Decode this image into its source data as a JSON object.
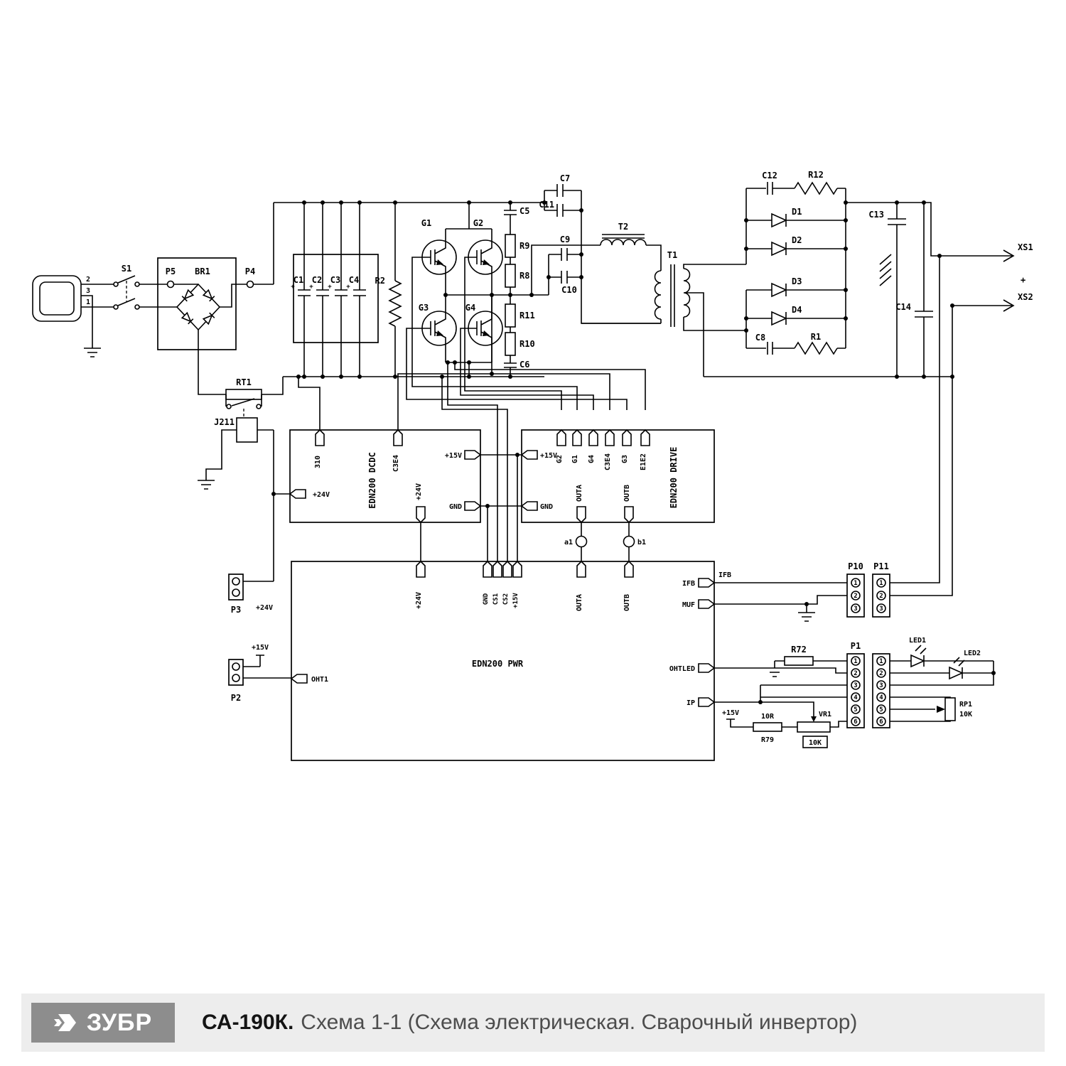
{
  "footer": {
    "logo_text": "ЗУБР",
    "model": "СА-190К.",
    "title": "Схема 1-1 (Схема электрическая. Сварочный инвертор)"
  },
  "labels": {
    "plug_pin2": "2",
    "plug_pin3": "3",
    "plug_pin1": "1",
    "s1": "S1",
    "p5": "P5",
    "br1": "BR1",
    "p4": "P4",
    "c1": "C1",
    "c2": "C2",
    "c3": "C3",
    "c4": "C4",
    "r2": "R2",
    "rt1": "RT1",
    "j211": "J211",
    "g1": "G1",
    "g2": "G2",
    "g3": "G3",
    "g4": "G4",
    "c5": "C5",
    "r9": "R9",
    "r8": "R8",
    "r11": "R11",
    "r10": "R10",
    "c6": "C6",
    "c7": "C7",
    "c11": "C11",
    "c9": "C9",
    "c10": "C10",
    "t2": "T2",
    "t1": "T1",
    "c12": "C12",
    "r12": "R12",
    "d1": "D1",
    "d2": "D2",
    "d3": "D3",
    "d4": "D4",
    "c13": "C13",
    "c14": "C14",
    "c8": "C8",
    "r1": "R1",
    "xs1": "XS1",
    "xs2": "XS2",
    "plus": "+",
    "board_dcdc": "EDN200 DCDC",
    "board_drive": "EDN200 DRIVE",
    "board_pwr": "EDN200 PWR",
    "pin_310": "310",
    "c3e4": "C3E4",
    "e1e2": "E1E2",
    "p24v": "+24V",
    "p15v": "+15V",
    "gnd": "GND",
    "cs1": "CS1",
    "cs2": "CS2",
    "outa": "OUTA",
    "outb": "OUTB",
    "a1": "a1",
    "b1": "b1",
    "ifb": "IFB",
    "muf": "MUF",
    "ohtled": "OHTLED",
    "ip": "IP",
    "oht1": "OHT1",
    "p1": "P1",
    "p2": "P2",
    "p3": "P3",
    "p10": "P10",
    "p11": "P11",
    "r72": "R72",
    "led1": "LED1",
    "led2": "LED2",
    "rp1": "RP1",
    "val_10k": "10K",
    "val_10r": "10R",
    "r79": "R79",
    "vr1": "VR1"
  },
  "connectors": {
    "p10_pins": [
      "1",
      "2",
      "3"
    ],
    "p11_pins": [
      "1",
      "2",
      "3"
    ],
    "p1_pins": [
      "1",
      "2",
      "3",
      "4",
      "5",
      "6"
    ],
    "p1_mate_pins": [
      "1",
      "2",
      "3",
      "4",
      "5",
      "6"
    ]
  }
}
